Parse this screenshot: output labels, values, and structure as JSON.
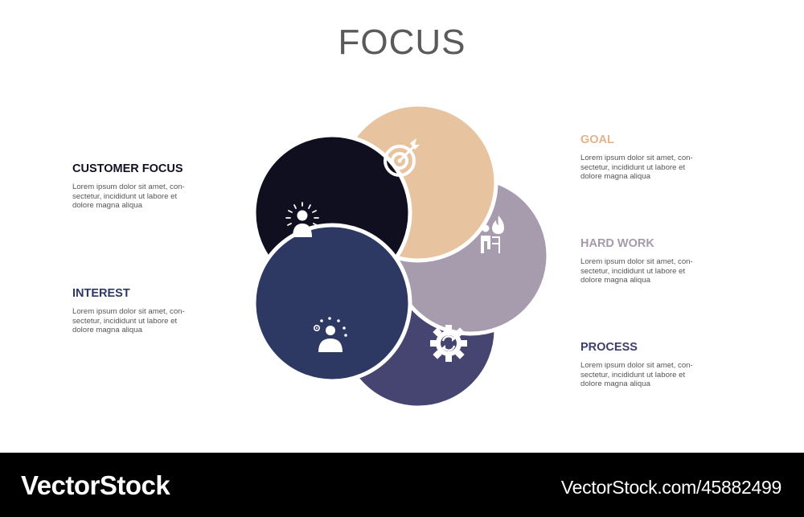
{
  "title": "FOCUS",
  "colors": {
    "customer_focus": "#0f0f1f",
    "goal": "#e8c3a0",
    "hard_work": "#a69cae",
    "process": "#464572",
    "interest": "#2d3963",
    "goal_heading": "#e3b38a",
    "hard_work_heading": "#a59aac",
    "process_heading": "#3d3f6b",
    "interest_heading": "#2d3963",
    "customer_focus_heading": "#111122"
  },
  "left_blocks": [
    {
      "heading": "CUSTOMER FOCUS",
      "body": [
        "Lorem ipsum dolor sit amet, con-",
        "sectetur, incididunt ut labore et",
        "dolore magna aliqua"
      ]
    },
    {
      "heading": "INTEREST",
      "body": [
        "Lorem ipsum dolor sit amet, con-",
        "sectetur, incididunt ut labore et",
        "dolore magna aliqua"
      ]
    }
  ],
  "right_blocks": [
    {
      "heading": "GOAL",
      "body": [
        "Lorem ipsum dolor sit amet, con-",
        "sectetur, incididunt ut labore et",
        "dolore magna aliqua"
      ]
    },
    {
      "heading": "HARD WORK",
      "body": [
        "Lorem ipsum dolor sit amet, con-",
        "sectetur, incididunt ut labore et",
        "dolore magna aliqua"
      ]
    },
    {
      "heading": "PROCESS",
      "body": [
        "Lorem ipsum dolor sit amet, con-",
        "sectetur, incididunt ut labore et",
        "dolore magna aliqua"
      ]
    }
  ],
  "petal_icons": [
    "headlight-person-icon",
    "target-arrow-icon",
    "burnout-person-icon",
    "gear-cycle-icon",
    "juggling-person-icon"
  ],
  "footer": {
    "brand": "VectorStock",
    "url": "VectorStock.com/45882499"
  }
}
